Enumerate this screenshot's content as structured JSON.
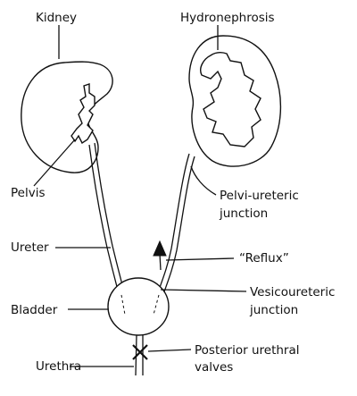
{
  "labels": {
    "kidney": "Kidney",
    "hydronephrosis": "Hydronephrosis",
    "pelvis": "Pelvis",
    "pelvi_ureteric_1": "Pelvi-ureteric",
    "pelvi_ureteric_2": "junction",
    "ureter": "Ureter",
    "reflux": "“Reflux”",
    "bladder": "Bladder",
    "vesicoureteric_1": "Vesicoureteric",
    "vesicoureteric_2": "junction",
    "posterior_1": "Posterior urethral",
    "posterior_2": "valves",
    "urethra": "Urethra"
  }
}
